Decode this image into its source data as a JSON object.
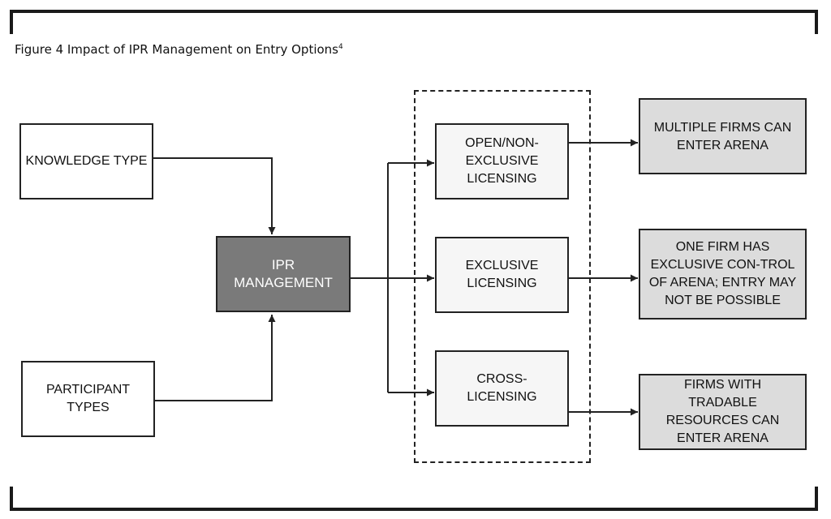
{
  "figure": {
    "title": "Figure 4 Impact of IPR Management on Entry Options",
    "footnote": "4"
  },
  "inputs": [
    {
      "id": "knowledge",
      "label": "KNOWLEDGE TYPE"
    },
    {
      "id": "participant",
      "label": "PARTICIPANT TYPES"
    }
  ],
  "center": {
    "label": "IPR MANAGEMENT"
  },
  "options": [
    {
      "id": "open",
      "label": "OPEN/NON-EXCLUSIVE LICENSING"
    },
    {
      "id": "exclusive",
      "label": "EXCLUSIVE LICENSING"
    },
    {
      "id": "cross",
      "label": "CROSS-LICENSING"
    }
  ],
  "outcomes": [
    {
      "id": "multiple",
      "label": "MULTIPLE FIRMS CAN ENTER ARENA"
    },
    {
      "id": "one",
      "label": "ONE FIRM HAS EXCLUSIVE CON-TROL OF ARENA; ENTRY MAY NOT BE POSSIBLE"
    },
    {
      "id": "tradable",
      "label": "FIRMS WITH TRADABLE RESOURCES CAN ENTER ARENA"
    }
  ],
  "colors": {
    "center_fill": "#7a7a7a",
    "outcome_fill": "#dcdcdc",
    "option_fill": "#f6f6f6",
    "line": "#222222"
  }
}
